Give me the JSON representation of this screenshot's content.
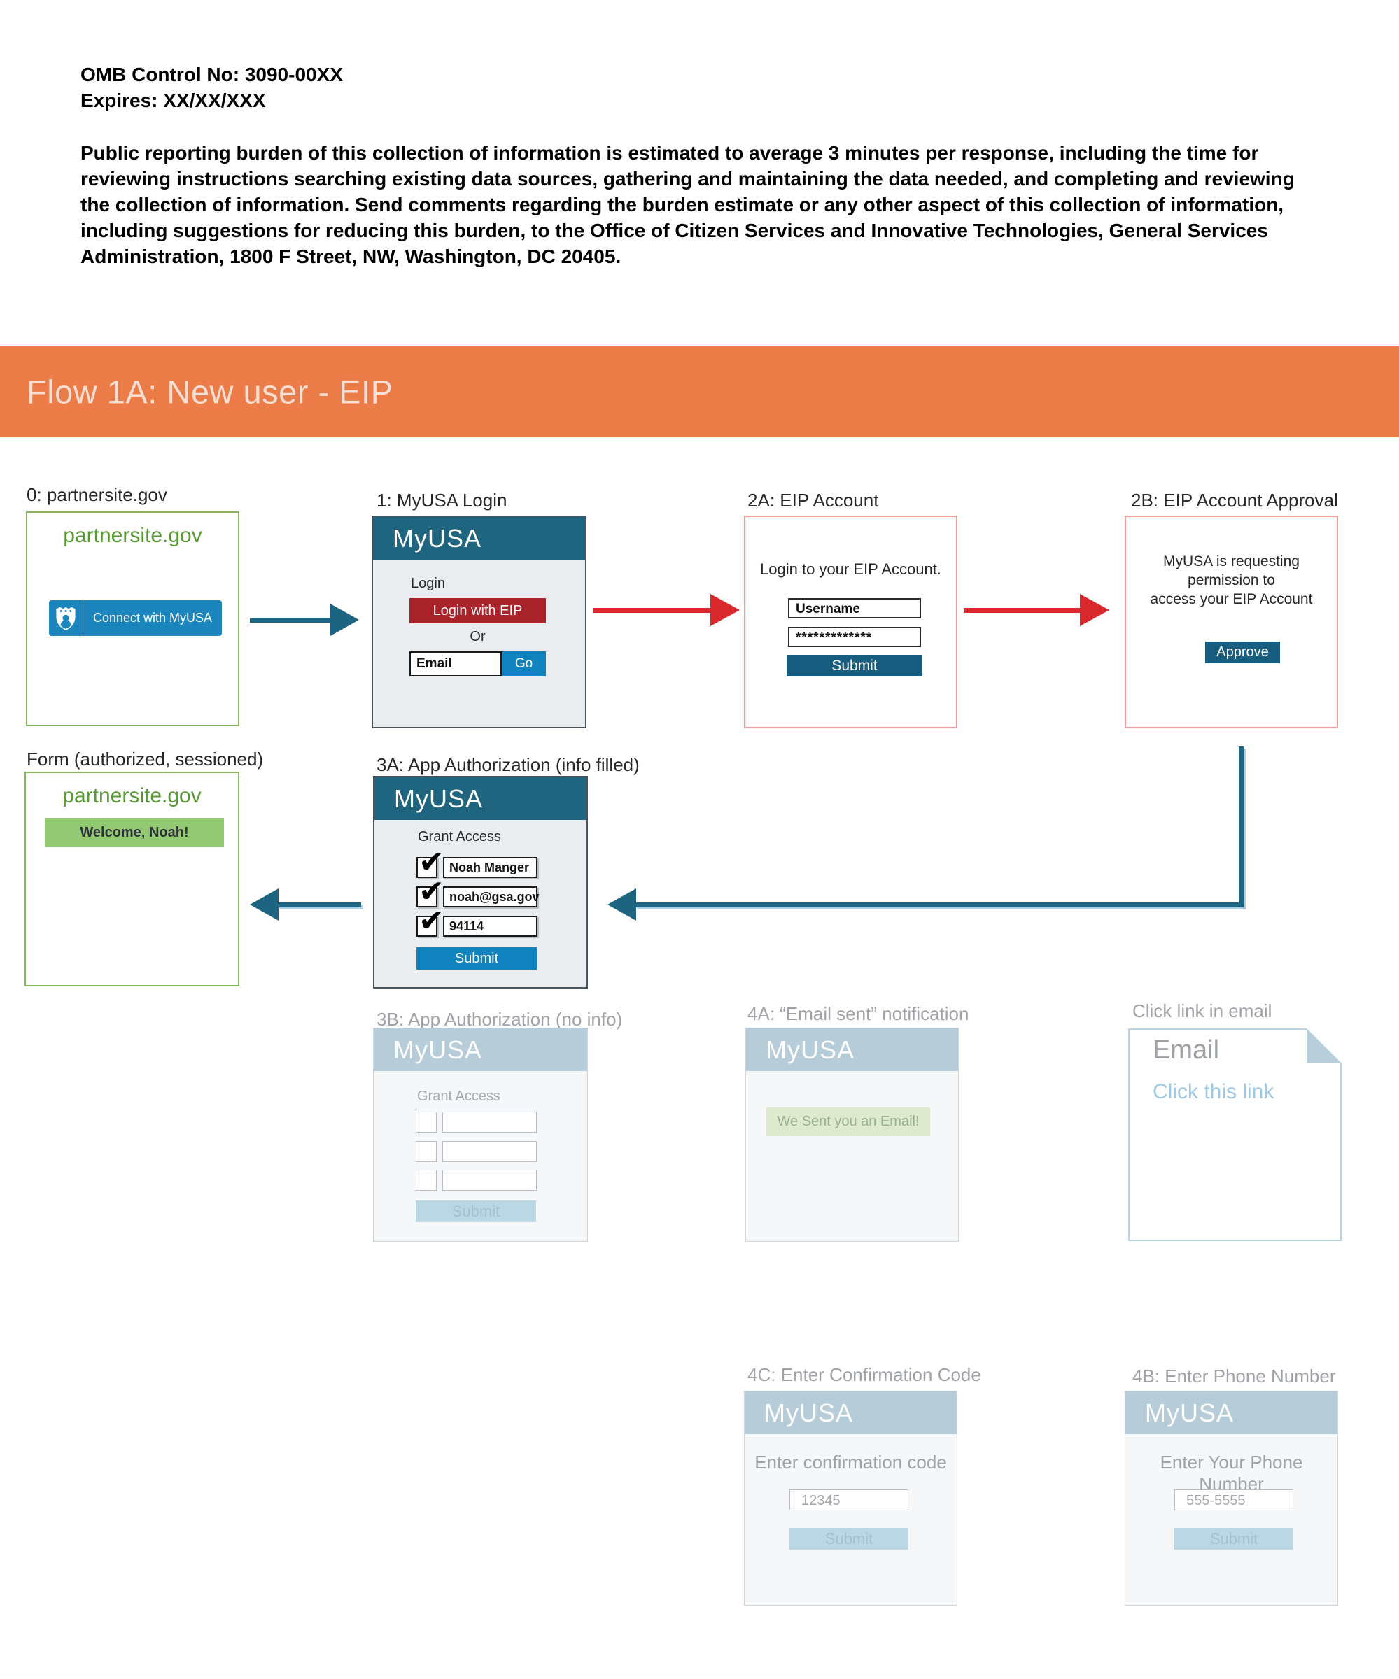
{
  "header": {
    "omb_line1": "OMB Control No: 3090-00XX",
    "omb_line2": "Expires: XX/XX/XXX",
    "burden_paragraph": "Public reporting burden of this collection of information is estimated to average 3 minutes per response, including the time for reviewing instructions searching existing data sources, gathering and maintaining the data needed, and completing and reviewing the collection of information. Send comments regarding the burden estimate or any other aspect of this collection of information, including suggestions for reducing this burden, to the Office of Citizen Services and Innovative Technologies, General Services Administration, 1800 F Street, NW, Washington, DC 20405."
  },
  "banner": {
    "title": "Flow 1A: New user - EIP"
  },
  "icons": {
    "checkmark": "✔"
  },
  "panels": {
    "p0": {
      "label": "0: partnersite.gov",
      "site": "partnersite.gov",
      "connect_button": "Connect with MyUSA"
    },
    "p1": {
      "label": "1: MyUSA Login",
      "brand": "MyUSA",
      "login_label": "Login",
      "eip_button": "Login with EIP",
      "or": "Or",
      "email_placeholder": "Email",
      "go_button": "Go"
    },
    "p2a": {
      "label": "2A: EIP Account",
      "prompt": "Login to your EIP Account.",
      "username_placeholder": "Username",
      "password_value": "*************",
      "submit": "Submit"
    },
    "p2b": {
      "label": "2B: EIP Account Approval",
      "line1": "MyUSA is requesting permission to",
      "line2": "access your EIP Account",
      "approve": "Approve"
    },
    "form": {
      "label": "Form (authorized, sessioned)",
      "site": "partnersite.gov",
      "welcome": "Welcome, Noah!"
    },
    "p3a": {
      "label": "3A: App Authorization (info filled)",
      "brand": "MyUSA",
      "grant": "Grant Access",
      "fields": [
        "Noah Manger",
        "noah@gsa.gov",
        "94114"
      ],
      "submit": "Submit"
    },
    "p3b": {
      "label": "3B: App Authorization (no info)",
      "brand": "MyUSA",
      "grant": "Grant Access",
      "submit": "Submit"
    },
    "p4a": {
      "label": "4A: “Email sent” notification",
      "brand": "MyUSA",
      "notice": "We Sent you an Email!"
    },
    "email": {
      "label": "Click link in email",
      "title": "Email",
      "link": "Click this link"
    },
    "p4c": {
      "label": "4C: Enter Confirmation Code",
      "brand": "MyUSA",
      "prompt": "Enter confirmation code",
      "value": "12345",
      "submit": "Submit"
    },
    "p4b": {
      "label": "4B: Enter Phone Number",
      "brand": "MyUSA",
      "prompt": "Enter Your Phone Number",
      "value": "555-5555",
      "submit": "Submit"
    }
  },
  "colors": {
    "banner_orange": "#EB7B47",
    "banner_text": "#F9DFD3",
    "myusa_header_teal": "#20657F",
    "muted_header": "#B6CCD8",
    "connect_blue": "#1B86BE",
    "bright_blue": "#1083BF",
    "dark_submit_blue": "#175D80",
    "eip_red": "#A8232A",
    "arrow_red": "#D9282E",
    "arrow_blue": "#1D6480",
    "green_border": "#85B55C",
    "green_text": "#569A32",
    "welcome_green": "#93C973",
    "notice_green_bg": "#DDEACE",
    "link_blue": "#9CC9E6",
    "muted_submit": "#BCD7E4"
  }
}
